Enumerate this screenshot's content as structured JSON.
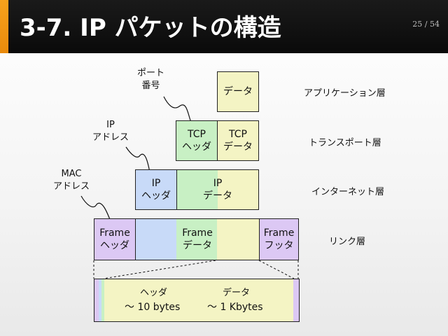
{
  "header": {
    "title": "3-7. IP パケットの構造",
    "page": "25 / 54"
  },
  "colors": {
    "data": "#f4f4c4",
    "tcp_header": "#c8f0c4",
    "ip_header": "#c8daf8",
    "frame_header": "#dcc8f4",
    "frame_accent": "#f7a21c"
  },
  "layers": {
    "application": "アプリケーション層",
    "transport": "トランスポート層",
    "internet": "インターネット層",
    "link": "リンク層"
  },
  "boxes": {
    "app_data": "データ",
    "tcp_header": [
      "TCP",
      "ヘッダ"
    ],
    "tcp_data": [
      "TCP",
      "データ"
    ],
    "ip_header": [
      "IP",
      "ヘッダ"
    ],
    "ip_data": [
      "IP",
      "データ"
    ],
    "frame_header": [
      "Frame",
      "ヘッダ"
    ],
    "frame_data": [
      "Frame",
      "データ"
    ],
    "frame_footer": [
      "Frame",
      "フッタ"
    ]
  },
  "annotations": {
    "port": [
      "ポート",
      "番号"
    ],
    "ip_address": [
      "IP",
      "アドレス"
    ],
    "mac_address": [
      "MAC",
      "アドレス"
    ]
  },
  "detail": {
    "header_label": "ヘッダ",
    "header_size": "～ 10 bytes",
    "data_label": "データ",
    "data_size": "～ 1 Kbytes"
  }
}
